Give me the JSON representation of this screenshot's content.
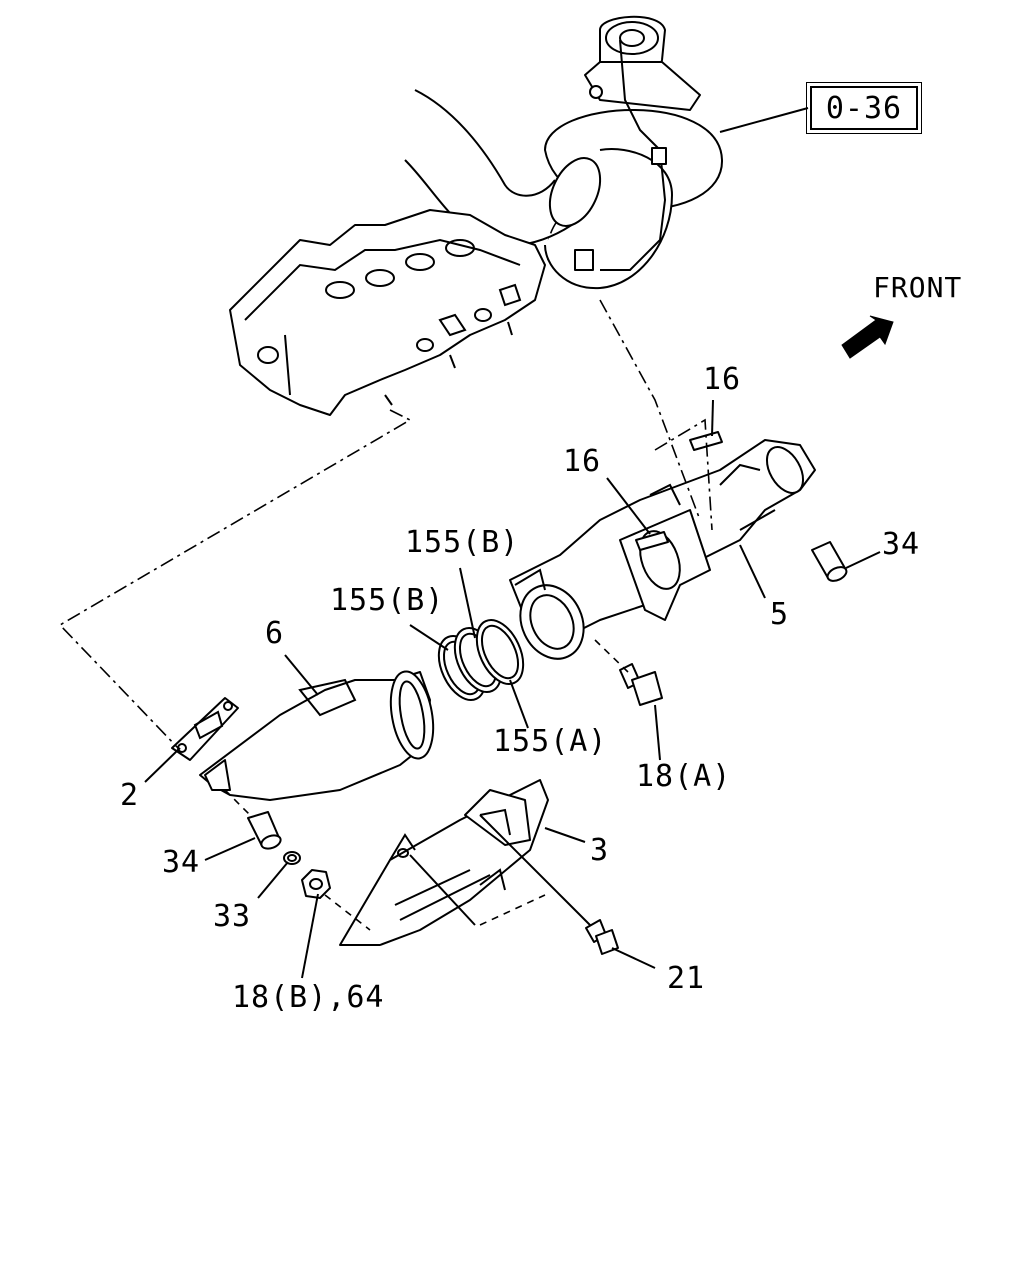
{
  "reference_box": "0-36",
  "direction_label": "FRONT",
  "callouts": [
    {
      "id": "c16a",
      "text": "16"
    },
    {
      "id": "c16b",
      "text": "16"
    },
    {
      "id": "c155b1",
      "text": "155(B)"
    },
    {
      "id": "c155b2",
      "text": "155(B)"
    },
    {
      "id": "c34a",
      "text": "34"
    },
    {
      "id": "c6",
      "text": "6"
    },
    {
      "id": "c5",
      "text": "5"
    },
    {
      "id": "c155a",
      "text": "155(A)"
    },
    {
      "id": "c2",
      "text": "2"
    },
    {
      "id": "c18a",
      "text": "18(A)"
    },
    {
      "id": "c3",
      "text": "3"
    },
    {
      "id": "c34b",
      "text": "34"
    },
    {
      "id": "c33",
      "text": "33"
    },
    {
      "id": "c21",
      "text": "21"
    },
    {
      "id": "c18b",
      "text": "18(B),64"
    }
  ],
  "icons": [
    "front-arrow-icon"
  ]
}
